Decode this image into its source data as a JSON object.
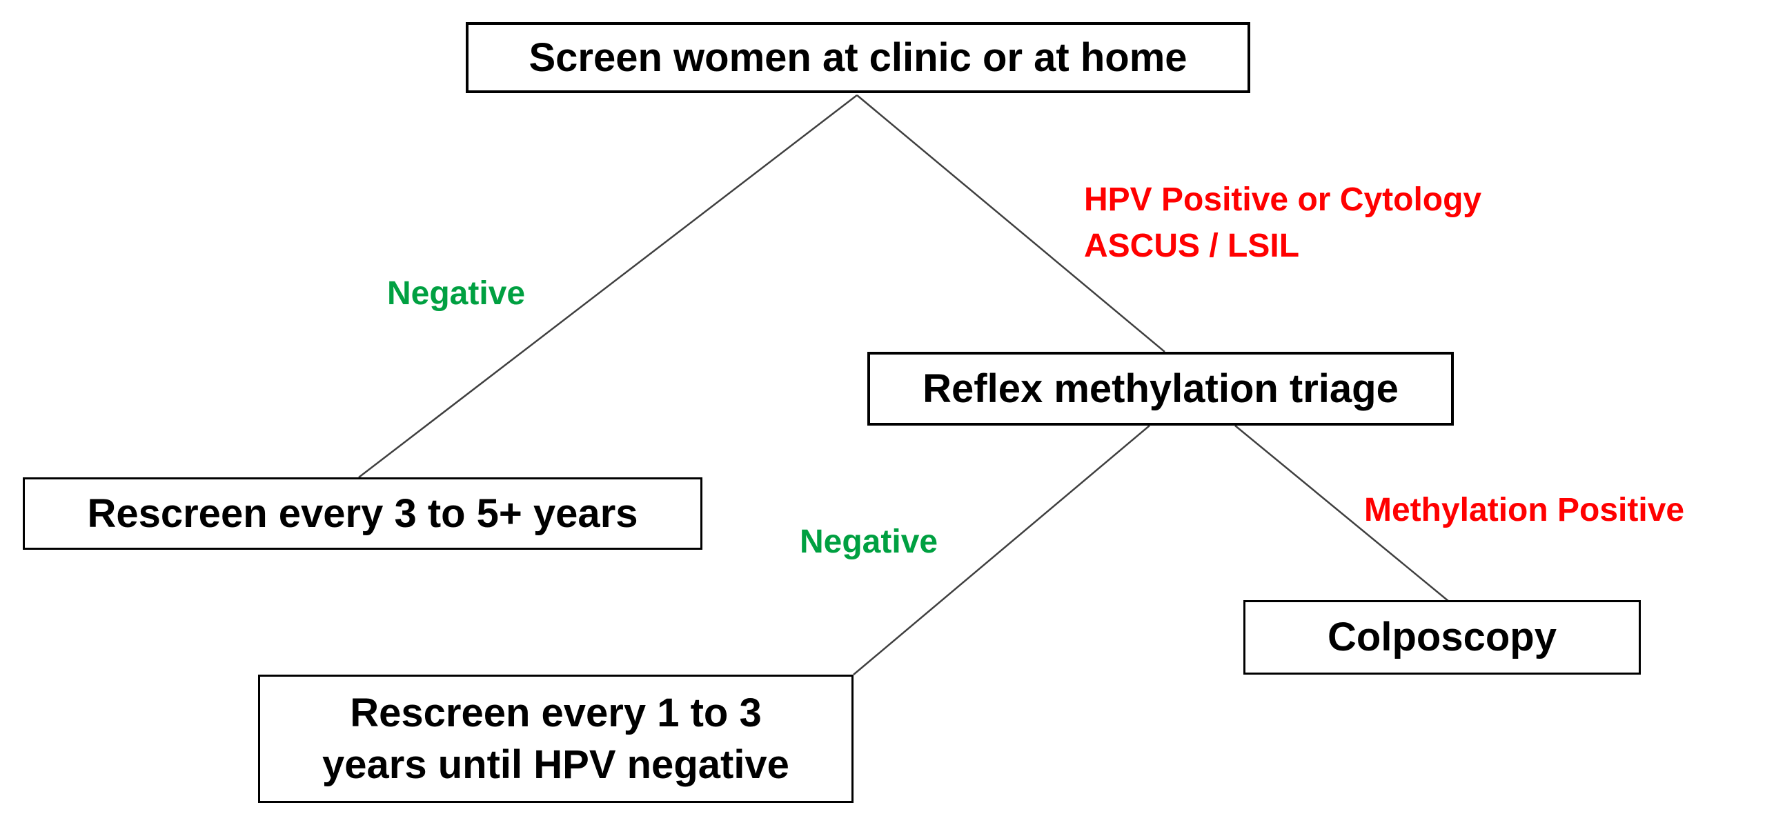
{
  "diagram": {
    "nodes": {
      "screen": "Screen women at clinic or at home",
      "rescreen_3_5": "Rescreen every 3 to 5+ years",
      "reflex_triage": "Reflex methylation triage",
      "rescreen_1_3": "Rescreen every 1 to 3\nyears until HPV negative",
      "colposcopy": "Colposcopy"
    },
    "edge_labels": {
      "screen_negative": "Negative",
      "screen_positive": "HPV Positive or Cytology\nASCUS / LSIL",
      "triage_negative": "Negative",
      "triage_positive": "Methylation Positive"
    },
    "colors": {
      "negative_label": "#00A041",
      "positive_label": "#FF0000",
      "node_border": "#000000",
      "node_text": "#000000",
      "connector": "#3F3F3F",
      "background": "#FFFFFF"
    }
  }
}
